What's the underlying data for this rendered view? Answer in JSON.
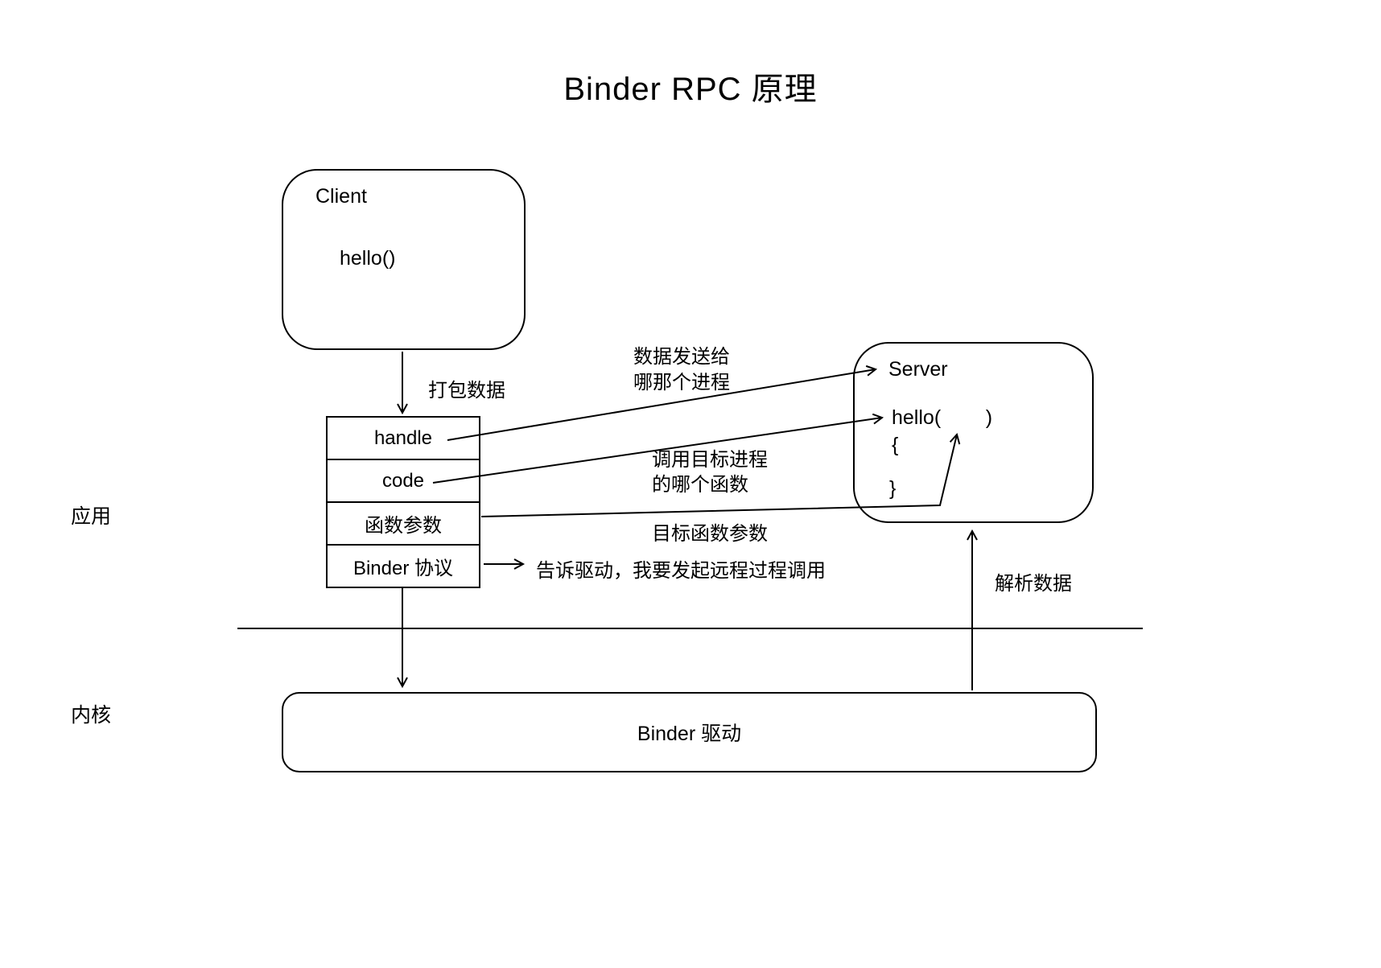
{
  "title": "Binder RPC 原理",
  "layers": {
    "app": "应用",
    "kernel": "内核"
  },
  "client_box": {
    "title": "Client",
    "body": "hello()"
  },
  "packet_table": {
    "rows": [
      "handle",
      "code",
      "函数参数",
      "Binder 协议"
    ]
  },
  "server_box": {
    "title": "Server",
    "fn_line": "hello(        )",
    "brace_open": "{",
    "brace_close": "}"
  },
  "driver_box": {
    "label": "Binder 驱动"
  },
  "annotations": {
    "pack_data": "打包数据",
    "send_to_line1": "数据发送给",
    "send_to_line2": "哪那个进程",
    "call_which_line1": "调用目标进程",
    "call_which_line2": "的哪个函数",
    "target_args": "目标函数参数",
    "tell_driver": "告诉驱动，我要发起远程过程调用",
    "parse_data": "解析数据"
  },
  "colors": {
    "line": "#000000",
    "background": "#ffffff"
  }
}
